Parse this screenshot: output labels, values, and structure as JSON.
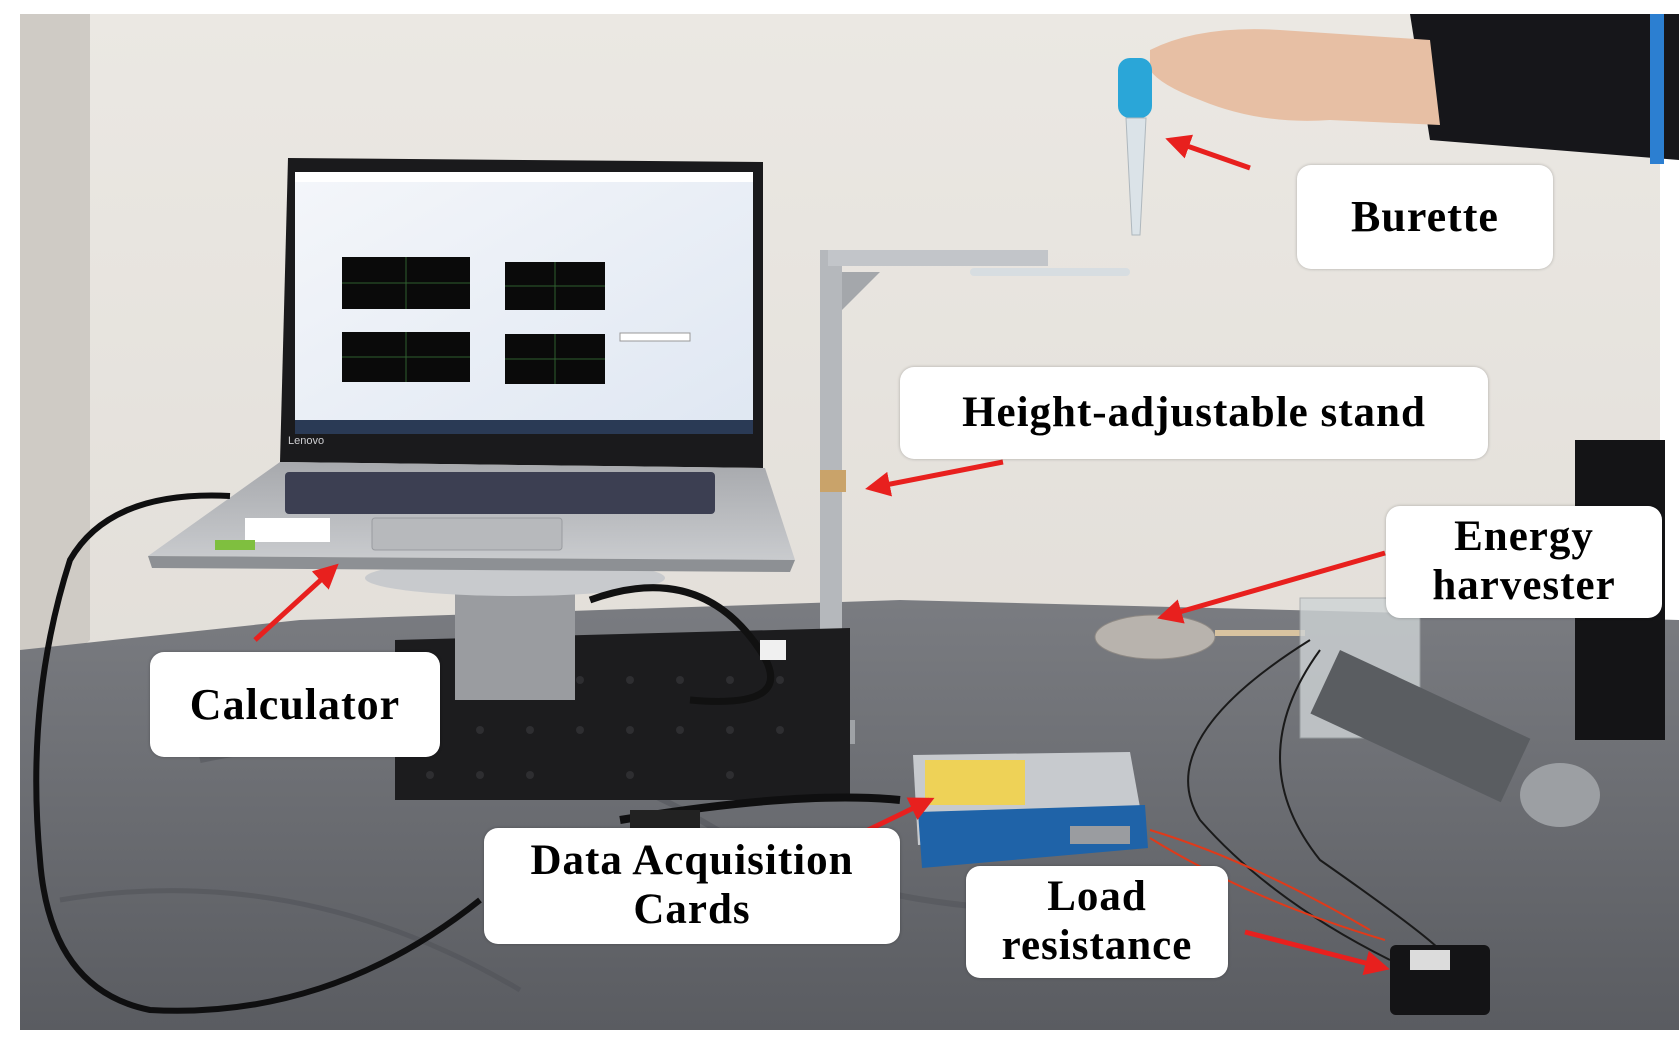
{
  "figure": {
    "labels": {
      "burette": "Burette",
      "stand": "Height-adjustable stand",
      "harvester_line1": "Energy",
      "harvester_line2": "harvester",
      "calculator": "Calculator",
      "daq_line1": "Data Acquisition",
      "daq_line2": "Cards",
      "load_line1": "Load",
      "load_line2": "resistance"
    },
    "laptop_brand": "Lenovo",
    "colors": {
      "arrow": "#e8201e",
      "wall": "#e9e6e1",
      "table_cloth": "#6c6e73",
      "breadboard": "#1c1c1e",
      "daq_body": "#1f63a8",
      "pipette_bulb": "#2aa6d8"
    }
  }
}
